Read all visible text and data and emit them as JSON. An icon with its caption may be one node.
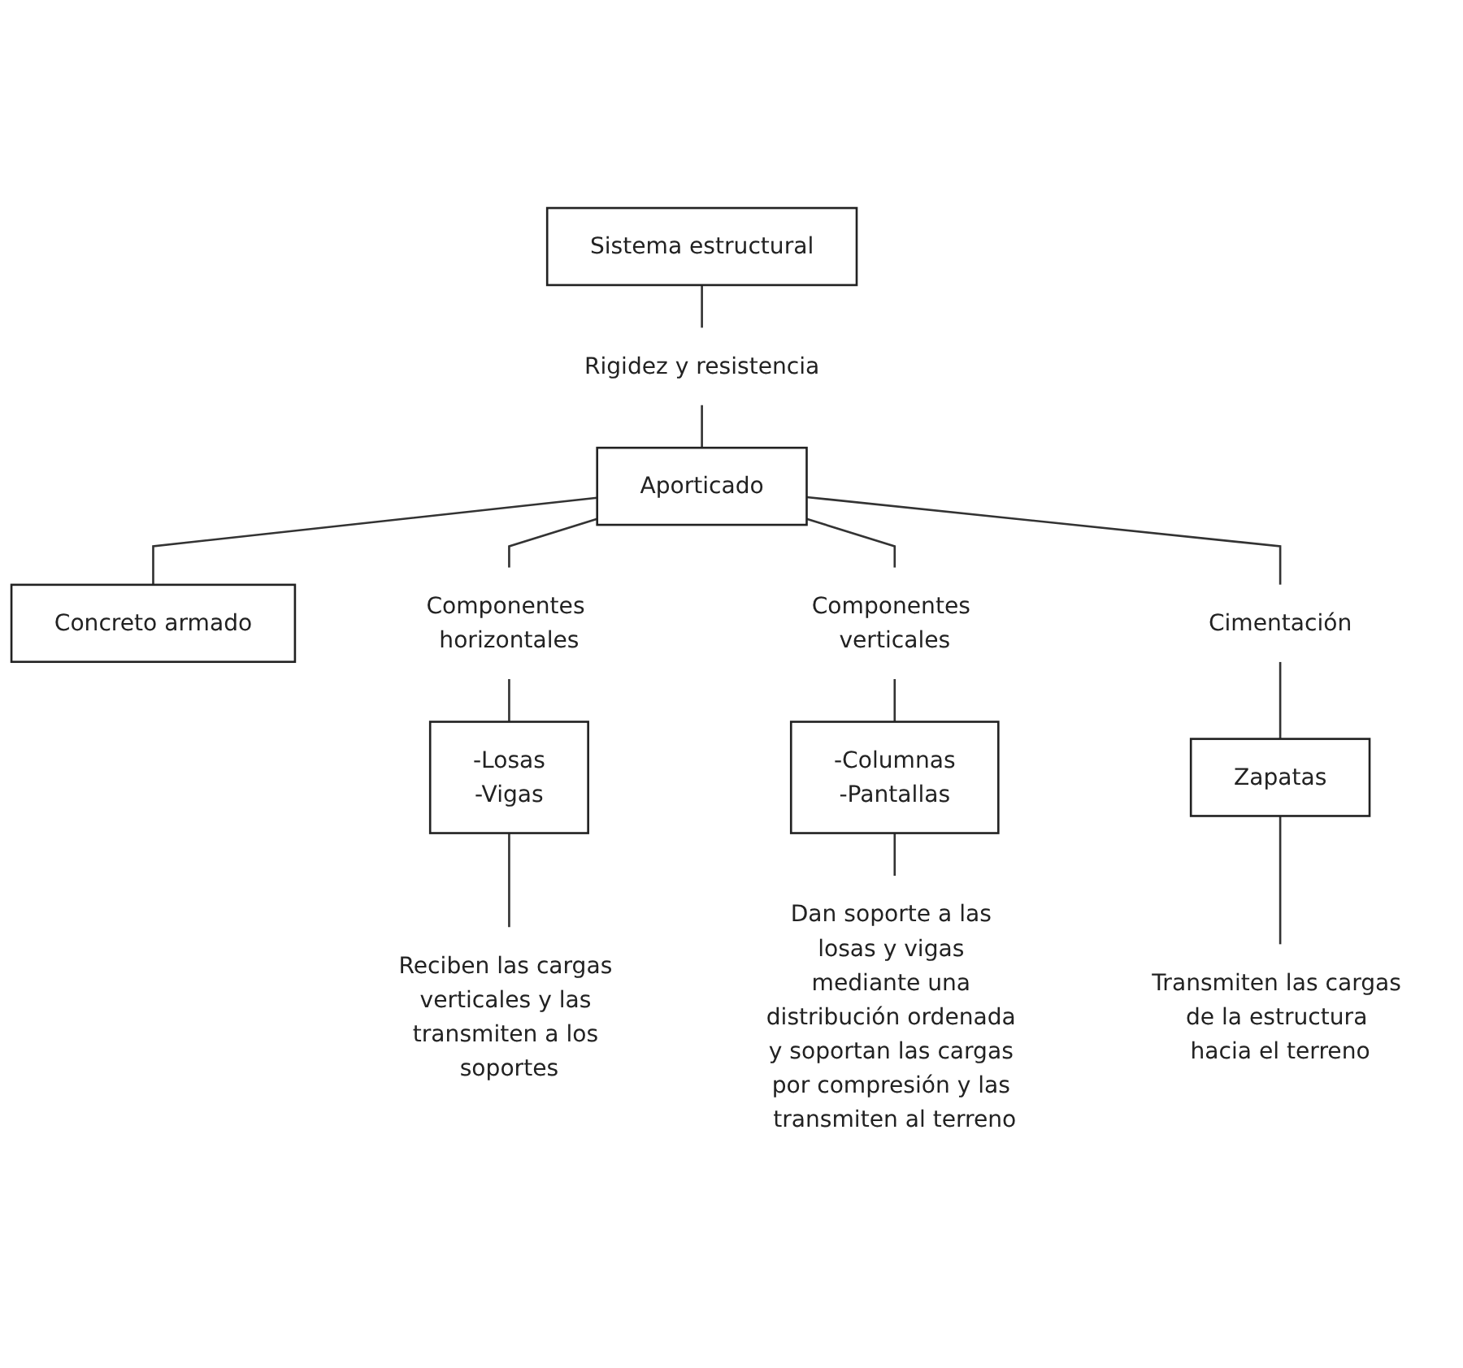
{
  "diagram": {
    "nodes": [
      {
        "text": [
          "Sistema estructural"
        ]
      },
      {
        "text": [
          "Rigidez y resistencia"
        ]
      },
      {
        "text": [
          "Aporticado"
        ]
      },
      {
        "text": [
          "Concreto armado"
        ]
      },
      {
        "text": [
          "Componentes horizontales"
        ]
      },
      {
        "text": [
          "Componentes verticales"
        ]
      },
      {
        "text": [
          "Cimentación"
        ]
      },
      {
        "text": [
          "-Losas",
          "-Vigas"
        ]
      },
      {
        "text": [
          "-Columnas",
          "-Pantallas"
        ]
      },
      {
        "text": [
          "Zapatas"
        ]
      },
      {
        "text": [
          "Reciben las cargas verticales y las transmiten a los soportes"
        ]
      },
      {
        "text": [
          "Dan soporte a las losas y vigas mediante una distribución ordenada y soportan las cargas por compresión y las transmiten al terreno"
        ]
      },
      {
        "text": [
          "Transmiten las cargas de la estructura hacia el terreno"
        ]
      }
    ],
    "edges": [
      {
        "from": 0,
        "to": 1,
        "arrow": "none"
      },
      {
        "from": 1,
        "to": 2,
        "arrow": "none"
      },
      {
        "from": 2,
        "to": 3,
        "arrow": "none"
      },
      {
        "from": 2,
        "to": 4,
        "arrow": "none"
      },
      {
        "from": 2,
        "to": 5,
        "arrow": "none"
      },
      {
        "from": 2,
        "to": 6,
        "arrow": "none"
      },
      {
        "from": 4,
        "to": 7,
        "arrow": "none"
      },
      {
        "from": 5,
        "to": 8,
        "arrow": "none"
      },
      {
        "from": 6,
        "to": 9,
        "arrow": "none"
      },
      {
        "from": 7,
        "to": 10,
        "arrow": "none"
      },
      {
        "from": 8,
        "to": 11,
        "arrow": "none"
      },
      {
        "from": 9,
        "to": 12,
        "arrow": "none"
      }
    ]
  }
}
